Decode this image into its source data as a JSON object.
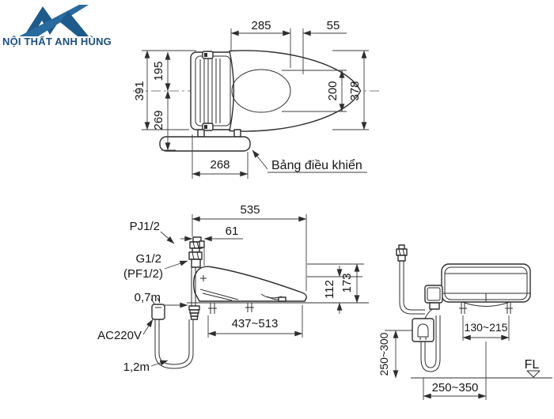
{
  "brand": {
    "name": "NỘI THẤT ANH HÙNG"
  },
  "colors": {
    "brand_blue": "#1d5b8d",
    "brand_blue_light": "#276b9f",
    "drawing_line": "#2e2e2e",
    "text": "#161616",
    "background": "#ffffff"
  },
  "top_view": {
    "control_panel_label": "Bảng điều khiển",
    "dim_top_width": "285",
    "dim_lid_offset": "55",
    "dim_front_depth": "195",
    "dim_total_depth": "391",
    "dim_rear_depth": "269",
    "dim_bowl_opening": "200",
    "dim_seat_width": "378",
    "dim_panel_width": "268"
  },
  "side_view": {
    "dim_total_length": "535",
    "dim_inlet_offset": "61",
    "dim_seat_height": "112",
    "dim_body_height": "173",
    "dim_bolt_range": "437~513",
    "label_inlet_pj": "PJ1/2",
    "label_inlet_g": "G1/2",
    "label_inlet_pf": "(PF1/2)",
    "label_hose_length": "0,7m",
    "label_power": "AC220V",
    "label_cord_length": "1,2m"
  },
  "rear_view": {
    "dim_bolt_pitch": "130~215",
    "dim_outlet_height": "250~300",
    "dim_outlet_offset": "250~350",
    "label_floor": "FL"
  }
}
